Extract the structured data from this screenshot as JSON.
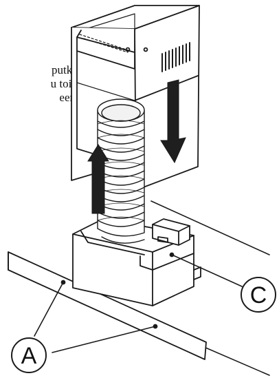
{
  "caption_lines": [
    "putki",
    "u toi-",
    "een"
  ],
  "callouts": {
    "a": "A",
    "c": "C"
  },
  "colors": {
    "line": "#1a1a1a",
    "arrow": "#1f1f1f",
    "shade": "#e9e9e9"
  }
}
